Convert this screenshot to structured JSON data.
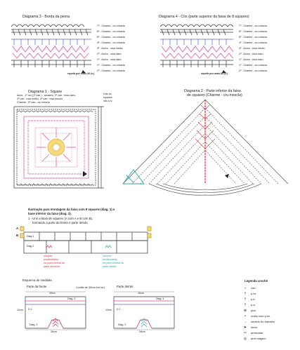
{
  "diagram3": {
    "title": "Diagrama 3 - Borda da perna",
    "rows": [
      "7º - Charme - cru mescla",
      "6º - Charme - cru mescla",
      "5º - Charme - cru mescla",
      "4º - Charme - cru mescla",
      "3º - Azure - rosa médio",
      "2º - Azure - rosa claro",
      "1º - Azure - rosa claro",
      "1º - Charme - cru mescla",
      "2º - Charme - cru mescla"
    ],
    "note": "repetir por mais 26 (v.)"
  },
  "diagram4": {
    "title": "Diagrama 4 - Cós (parte superior da faixa de 8 squares)",
    "rows": [
      "7º - Charme - cru mescla",
      "6º - Charme - cru mescla",
      "5º - Charme - cru mescla",
      "4º - Charme - cru mescla",
      "3º - Azure - rosa médio",
      "2º - Azure - rosa claro",
      "1º - Azure - rosa claro",
      "1º - Charme - cru mescla",
      "2º - Charme - cru mescla"
    ],
    "note": "repetir por mais 85 (v.)"
  },
  "diagram1": {
    "title": "Diagrama 1 - Square",
    "subtitle_lines": [
      "Anne - 1º cor (1º carr.) - amarelo, 2º carr.: rosa claro,",
      "3º carr.: rosa médio, 4º carr.: rosa escuro.",
      "Charme - 5º carr.: cru mescla"
    ],
    "side_note": [
      "Unir do",
      "squares",
      "vão a lo"
    ]
  },
  "diagram2": {
    "title_lines": [
      "Diagrama 2 - Parte inferior da faixa",
      "de squares (Charme - cru mescla)"
    ]
  },
  "assembly": {
    "title_lines": [
      "Ilustração para montagem da faixa com 8 squares (diag. 1) e",
      "base inferior da faixa (diag. 2)."
    ],
    "step_lines": [
      "1 - Unir a faixa de squares (A com A e B com B),",
      "formando a parte da frente e parte detrás."
    ],
    "label_a": "A",
    "label_b": "B",
    "diag1": "Diag 1",
    "diag2": "Diag 2",
    "front_note": [
      "losques",
      "posicionados",
      "na parte central da",
      "parte da frente"
    ],
    "back_note": [
      "losques",
      "posicionados",
      "na parte central da",
      "parte detrás"
    ]
  },
  "measures": {
    "title": "Esquema de medidas:",
    "front_label": "Parte da frente",
    "back_label": "Parte detrás",
    "cord_note": "Cordão de (50cm em cor)",
    "width_top": "40cm",
    "width_bottom": "26cm",
    "side": "12cm",
    "diag4": "Diag. 4",
    "diag1": "D 1",
    "diag3": "Diag. 3"
  },
  "legend": {
    "title": "Legenda crochê",
    "items": [
      {
        "sym": "○",
        "label": "corr."
      },
      {
        "sym": "†",
        "label": "p.bx."
      },
      {
        "sym": "†",
        "label": "p.b."
      },
      {
        "sym": "†",
        "label": "p.a."
      },
      {
        "sym": "⊕",
        "label": "picô"
      },
      {
        "sym": "•",
        "label": "união com p.bx."
      },
      {
        "sym": "→",
        "label": "sentido do trabalho"
      },
      {
        "sym": "➤",
        "label": "início"
      },
      {
        "sym": "✂",
        "label": "arrematar"
      },
      {
        "sym": "◎",
        "label": "anel mágico"
      }
    ]
  },
  "colors": {
    "pink": "#d9468f",
    "lightpink": "#e9a6c8",
    "blue": "#5564c4",
    "teal": "#2aa6a0",
    "yellow": "#f5d97a",
    "red": "#d8323c",
    "gray": "#8a8a8a"
  }
}
